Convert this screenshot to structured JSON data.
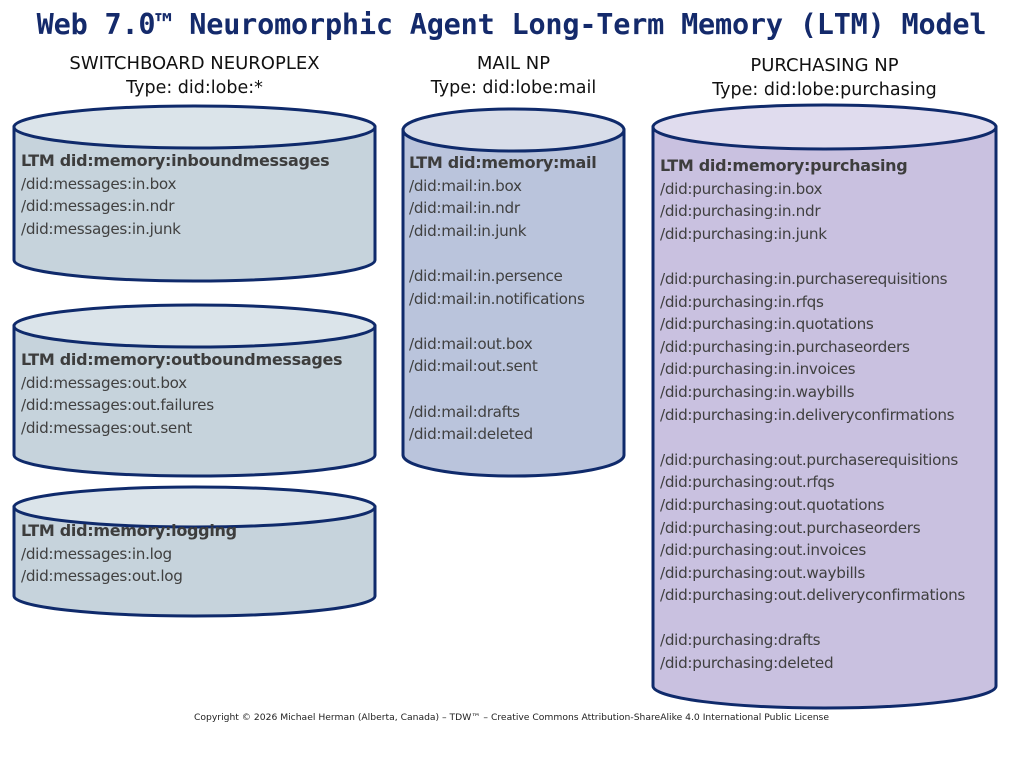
{
  "title": "Web 7.0™ Neuromorphic Agent Long-Term Memory (LTM) Model",
  "colors": {
    "title": "#142a6b",
    "outline": "#0f2a6b",
    "switchboard_fill": "#c6d3dc",
    "switchboard_top": "#dbe4ea",
    "mail_fill": "#bac4dc",
    "mail_top": "#d8dde9",
    "purchasing_fill": "#c9c1e0",
    "purchasing_top": "#e0dcee"
  },
  "columns": [
    {
      "name": "SWITCHBOARD NEUROPLEX",
      "type": "Type: did:lobe:*",
      "stores": [
        {
          "header": "LTM did:memory:inboundmessages",
          "groups": [
            [
              "/did:messages:in.box",
              "/did:messages:in.ndr",
              "/did:messages:in.junk"
            ]
          ]
        },
        {
          "header": "LTM did:memory:outboundmessages",
          "groups": [
            [
              "/did:messages:out.box",
              "/did:messages:out.failures",
              "/did:messages:out.sent"
            ]
          ]
        },
        {
          "header": "LTM did:memory:logging",
          "groups": [
            [
              "/did:messages:in.log",
              "/did:messages:out.log"
            ]
          ]
        }
      ]
    },
    {
      "name": "MAIL NP",
      "type": "Type: did:lobe:mail",
      "stores": [
        {
          "header": "LTM did:memory:mail",
          "groups": [
            [
              "/did:mail:in.box",
              "/did:mail:in.ndr",
              "/did:mail:in.junk"
            ],
            [
              "/did:mail:in.persence",
              "/did:mail:in.notifications"
            ],
            [
              "/did:mail:out.box",
              "/did:mail:out.sent"
            ],
            [
              "/did:mail:drafts",
              "/did:mail:deleted"
            ]
          ]
        }
      ]
    },
    {
      "name": "PURCHASING NP",
      "type": "Type: did:lobe:purchasing",
      "stores": [
        {
          "header": "LTM did:memory:purchasing",
          "groups": [
            [
              "/did:purchasing:in.box",
              "/did:purchasing:in.ndr",
              "/did:purchasing:in.junk"
            ],
            [
              "/did:purchasing:in.purchaserequisitions",
              "/did:purchasing:in.rfqs",
              "/did:purchasing:in.quotations",
              "/did:purchasing:in.purchaseorders",
              "/did:purchasing:in.invoices",
              "/did:purchasing:in.waybills",
              "/did:purchasing:in.deliveryconfirmations"
            ],
            [
              "/did:purchasing:out.purchaserequisitions",
              "/did:purchasing:out.rfqs",
              "/did:purchasing:out.quotations",
              "/did:purchasing:out.purchaseorders",
              "/did:purchasing:out.invoices",
              "/did:purchasing:out.waybills",
              "/did:purchasing:out.deliveryconfirmations"
            ],
            [
              "/did:purchasing:drafts",
              "/did:purchasing:deleted"
            ]
          ]
        }
      ]
    }
  ],
  "footer": "Copyright © 2026 Michael Herman (Alberta, Canada) – TDW™ – Creative Commons Attribution-ShareAlike 4.0 International Public License"
}
